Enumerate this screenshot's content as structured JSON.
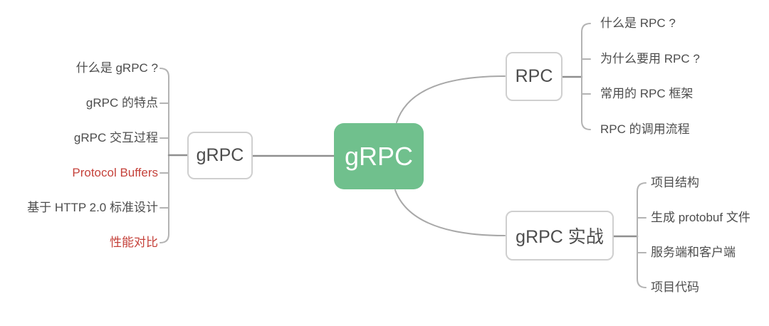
{
  "root": {
    "label": "gRPC"
  },
  "left_branch": {
    "label": "gRPC",
    "items": [
      {
        "label": "什么是 gRPC ?",
        "color": "default"
      },
      {
        "label": "gRPC 的特点",
        "color": "default"
      },
      {
        "label": "gRPC 交互过程",
        "color": "default"
      },
      {
        "label": "Protocol Buffers",
        "color": "red"
      },
      {
        "label": "基于 HTTP 2.0 标准设计",
        "color": "default"
      },
      {
        "label": "性能对比",
        "color": "red"
      }
    ]
  },
  "rpc_branch": {
    "label": "RPC",
    "items": [
      {
        "label": "什么是 RPC ?",
        "color": "default"
      },
      {
        "label": "为什么要用 RPC ?",
        "color": "default"
      },
      {
        "label": "常用的 RPC 框架",
        "color": "default"
      },
      {
        "label": "RPC 的调用流程",
        "color": "default"
      }
    ]
  },
  "practice_branch": {
    "label": "gRPC 实战",
    "items": [
      {
        "label": "项目结构",
        "color": "default"
      },
      {
        "label": "生成 protobuf 文件",
        "color": "default"
      },
      {
        "label": "服务端和客户端",
        "color": "default"
      },
      {
        "label": "项目代码",
        "color": "default"
      }
    ]
  },
  "colors": {
    "root_fill": "#70c08d",
    "root_text": "#ffffff",
    "node_text": "#4d4d4d",
    "node_border": "#cfcfcf",
    "emphasis_text": "#c5423b",
    "connector_line": "#8f8f8f",
    "bracket_line": "#b3b3b3",
    "curve_line": "#a8a8a8"
  }
}
